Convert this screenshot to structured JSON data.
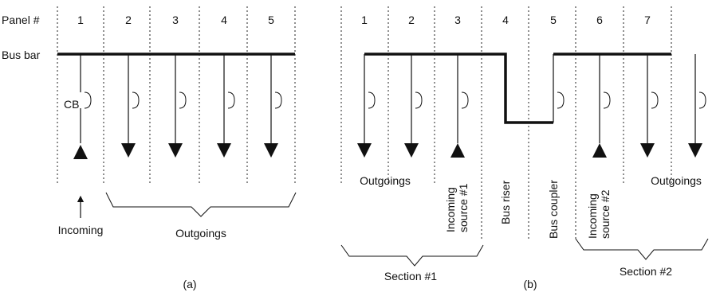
{
  "diagram_a": {
    "panel_label": "Panel #",
    "busbar_label": "Bus bar",
    "panels": [
      "1",
      "2",
      "3",
      "4",
      "5"
    ],
    "cb_label": "CB",
    "incoming_label": "Incoming",
    "outgoings_label": "Outgoings",
    "caption": "(a)"
  },
  "diagram_b": {
    "panels": [
      "1",
      "2",
      "3",
      "4",
      "5",
      "6",
      "7"
    ],
    "outgoings_left_label": "Outgoings",
    "incoming1_line1": "Incoming",
    "incoming1_line2": "source #1",
    "bus_riser_label": "Bus riser",
    "bus_coupler_label": "Bus coupler",
    "incoming2_line1": "Incoming",
    "incoming2_line2": "source #2",
    "outgoings_right_label": "Outgoings",
    "section1_label": "Section #1",
    "section2_label": "Section #2",
    "caption": "(b)"
  }
}
